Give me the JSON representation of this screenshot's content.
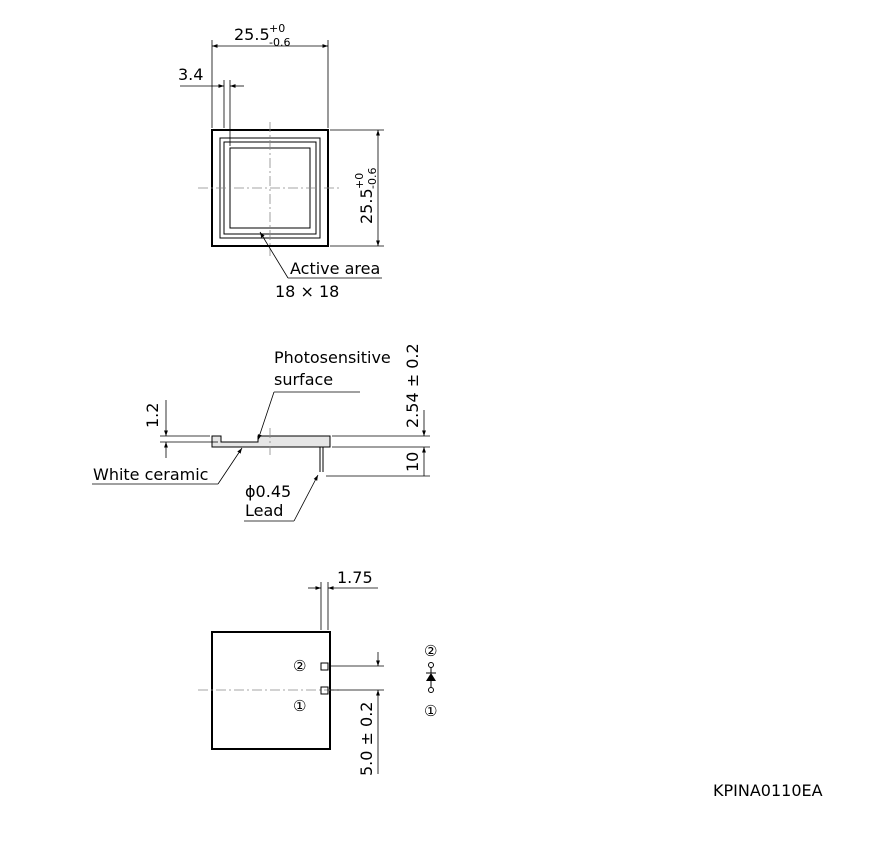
{
  "top_view": {
    "width_value": "25.5",
    "width_tol_plus": "+0",
    "width_tol_minus": "-0.6",
    "height_value": "25.5",
    "height_tol_plus": "+0",
    "height_tol_minus": "-0.6",
    "offset_value": "3.4",
    "active_area_label": "Active area",
    "active_area_size": "18 × 18"
  },
  "side_view": {
    "photosensitive_label_1": "Photosensitive",
    "photosensitive_label_2": "surface",
    "thickness_value": "2.54 ± 0.2",
    "window_value": "1.2",
    "lead_length_value": "10",
    "ceramic_label": "White ceramic",
    "lead_diameter": "ϕ0.45",
    "lead_label": "Lead"
  },
  "bottom_view": {
    "edge_offset_value": "1.75",
    "pin_spacing_value": "5.0 ± 0.2",
    "pin_2": "②",
    "pin_1": "①"
  },
  "schematic": {
    "pin_2": "②",
    "pin_1": "①"
  },
  "drawing_code": "KPINA0110EA"
}
